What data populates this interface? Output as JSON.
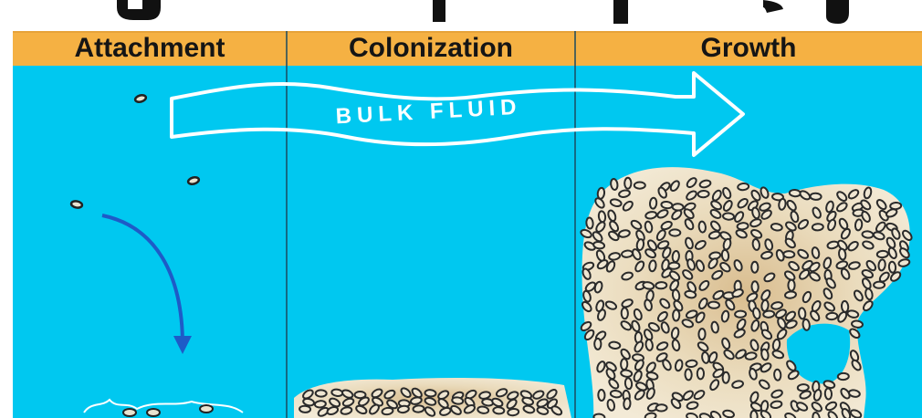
{
  "stages": [
    {
      "label": "Attachment"
    },
    {
      "label": "Colonization"
    },
    {
      "label": "Growth"
    }
  ],
  "flow_label": "BULK FLUID",
  "colors": {
    "header": "#f5b143",
    "fluid": "#00c8f0",
    "biofilm": "#e8d8b6",
    "biofilm_dark": "#c9a97a",
    "cell": "#2a2a2a",
    "arrow": "#1e5bc7",
    "stroke": "#ffffff"
  }
}
